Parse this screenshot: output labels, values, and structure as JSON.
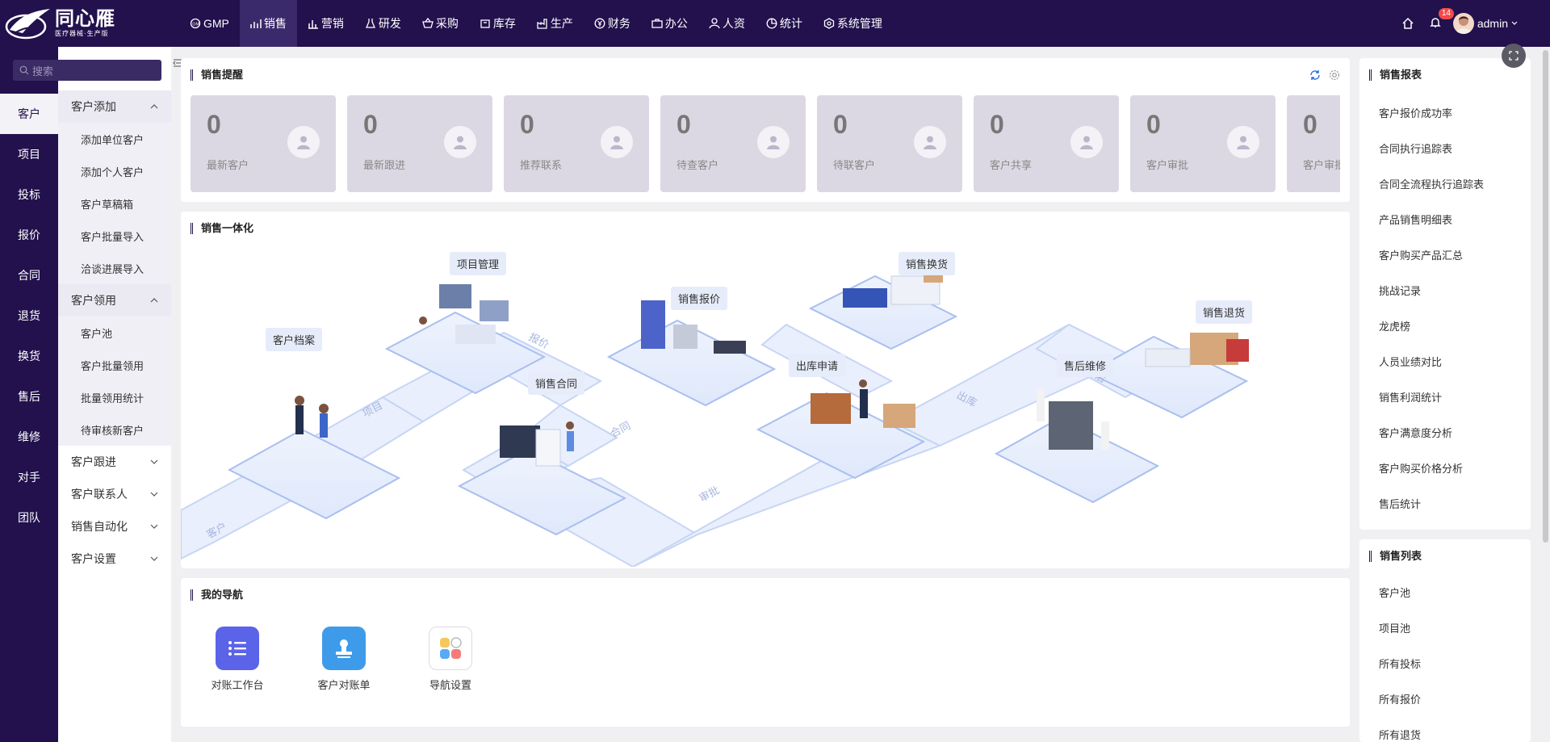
{
  "brand": {
    "title": "同心雁",
    "subtitle": "医疗器械·生产版"
  },
  "topnav": [
    {
      "label": "GMP",
      "icon": "gmp-icon"
    },
    {
      "label": "销售",
      "icon": "chart-icon",
      "active": true
    },
    {
      "label": "营销",
      "icon": "bar-icon"
    },
    {
      "label": "研发",
      "icon": "flask-icon"
    },
    {
      "label": "采购",
      "icon": "basket-icon"
    },
    {
      "label": "库存",
      "icon": "box-icon"
    },
    {
      "label": "生产",
      "icon": "factory-icon"
    },
    {
      "label": "财务",
      "icon": "yen-icon"
    },
    {
      "label": "办公",
      "icon": "briefcase-icon"
    },
    {
      "label": "人资",
      "icon": "person-icon"
    },
    {
      "label": "统计",
      "icon": "pie-icon"
    },
    {
      "label": "系统管理",
      "icon": "hexagon-icon"
    }
  ],
  "user": {
    "name": "admin",
    "notifications": "14"
  },
  "search": {
    "placeholder": "搜索"
  },
  "sidebar": {
    "items": [
      "客户",
      "项目",
      "投标",
      "报价",
      "合同",
      "退货",
      "换货",
      "售后",
      "维修",
      "对手",
      "团队"
    ],
    "active": "客户"
  },
  "subnav": {
    "group1": {
      "title": "客户添加",
      "items": [
        "添加单位客户",
        "添加个人客户",
        "客户草稿箱",
        "客户批量导入",
        "洽谈进展导入"
      ]
    },
    "group2": {
      "title": "客户领用",
      "items": [
        "客户池",
        "客户批量领用",
        "批量领用统计",
        "待审核新客户"
      ]
    },
    "group3": "客户跟进",
    "group4": "客户联系人",
    "group5": "销售自动化",
    "group6": "客户设置"
  },
  "reminder": {
    "title": "销售提醒",
    "tiles": [
      {
        "value": "0",
        "label": "最新客户"
      },
      {
        "value": "0",
        "label": "最新跟进"
      },
      {
        "value": "0",
        "label": "推荐联系"
      },
      {
        "value": "0",
        "label": "待查客户"
      },
      {
        "value": "0",
        "label": "待联客户"
      },
      {
        "value": "0",
        "label": "客户共享"
      },
      {
        "value": "0",
        "label": "客户审批"
      },
      {
        "value": "0",
        "label": "客户审批"
      }
    ]
  },
  "flow": {
    "title": "销售一体化",
    "labels": {
      "archive": "客户档案",
      "project": "项目管理",
      "quote": "销售报价",
      "contract": "销售合同",
      "exchange": "销售换货",
      "outbound": "出库申请",
      "service": "售后维修",
      "returns": "销售退货"
    },
    "path_text": {
      "p1": "客户",
      "p2": "项目",
      "p3": "报价",
      "p4": "合同",
      "p5": "审批",
      "p6": "出库",
      "p7": "售后"
    }
  },
  "mynav": {
    "title": "我的导航",
    "items": [
      {
        "label": "对账工作台",
        "icon": "list-icon",
        "color": "#5b63e8"
      },
      {
        "label": "客户对账单",
        "icon": "stamp-icon",
        "color": "#3e9be9"
      },
      {
        "label": "导航设置",
        "icon": "grid-settings-icon",
        "color": "#ffffff"
      }
    ]
  },
  "reports": {
    "title": "销售报表",
    "items": [
      "客户报价成功率",
      "合同执行追踪表",
      "合同全流程执行追踪表",
      "产品销售明细表",
      "客户购买产品汇总",
      "挑战记录",
      "龙虎榜",
      "人员业绩对比",
      "销售利润统计",
      "客户满意度分析",
      "客户购买价格分析",
      "售后统计"
    ]
  },
  "salelist": {
    "title": "销售列表",
    "items": [
      "客户池",
      "项目池",
      "所有投标",
      "所有报价",
      "所有退货"
    ]
  }
}
